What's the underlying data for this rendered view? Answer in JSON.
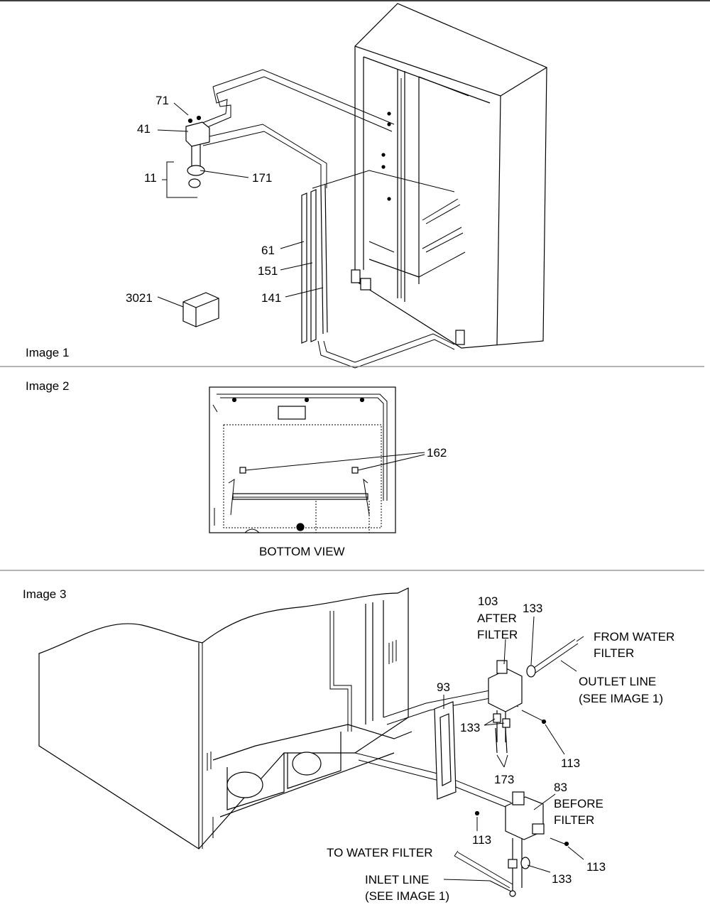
{
  "sections": {
    "image1": "Image 1",
    "image2": "Image 2",
    "image3": "Image 3"
  },
  "image1_labels": {
    "p71": "71",
    "p41": "41",
    "p11": "11",
    "p171": "171",
    "p61": "61",
    "p151": "151",
    "p141": "141",
    "p3021": "3021"
  },
  "image2_labels": {
    "p162": "162",
    "bottom_view": "BOTTOM VIEW"
  },
  "image3_labels": {
    "p103": "103",
    "after": "AFTER",
    "filter_after": "FILTER",
    "p133_top": "133",
    "from_water": "FROM WATER",
    "filter_from": "FILTER",
    "outlet_line": "OUTLET LINE",
    "see_image1_a": "(SEE IMAGE 1)",
    "p93": "93",
    "p133_mid": "133",
    "p113_a": "113",
    "p173": "173",
    "p83": "83",
    "before": "BEFORE",
    "filter_before": "FILTER",
    "p113_b": "113",
    "p113_c": "113",
    "to_water_filter": "TO WATER FILTER",
    "inlet_line": "INLET LINE",
    "see_image1_b": "(SEE IMAGE 1)",
    "p133_bot": "133"
  }
}
